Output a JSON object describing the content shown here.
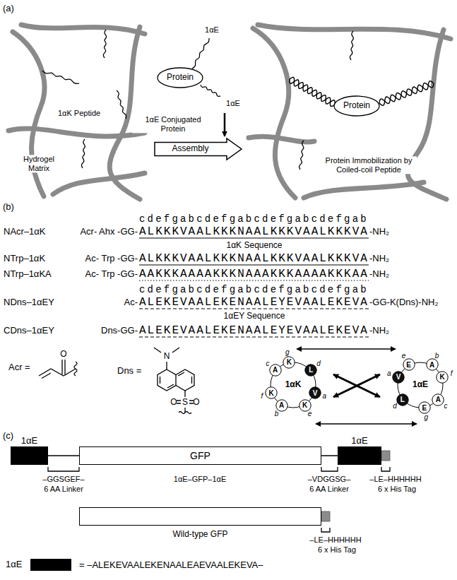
{
  "diagram": {
    "nodes": [
      {
        "text": [
          "Protein"
        ]
      },
      {
        "text": [
          "Assembly"
        ]
      },
      {
        "text": [
          "Protein"
        ]
      },
      {
        "text": [
          "1αK"
        ]
      },
      {
        "text": [
          "V"
        ],
        "in": 3
      },
      {
        "text": [
          "A"
        ],
        "in": 3
      },
      {
        "text": [
          "A"
        ],
        "in": 3
      },
      {
        "text": [
          "L"
        ],
        "in": 3
      },
      {
        "text": [
          "K"
        ],
        "in": 3
      },
      {
        "text": [
          "K"
        ],
        "in": 3
      },
      {
        "text": [
          "K"
        ],
        "in": 3
      },
      {
        "text": [
          "1αE"
        ]
      },
      {
        "text": [
          "V"
        ],
        "in": 11
      },
      {
        "text": [
          "A"
        ],
        "in": 11
      },
      {
        "text": [
          "A"
        ],
        "in": 11
      },
      {
        "text": [
          "L"
        ],
        "in": 11
      },
      {
        "text": [
          "E"
        ],
        "in": 11
      },
      {
        "text": [
          "K"
        ],
        "in": 11
      },
      {
        "text": [
          "E"
        ],
        "in": 11
      },
      {
        "text": [
          "1αE"
        ]
      },
      {
        "text": [
          "GFP"
        ]
      },
      {
        "text": [
          "1αE"
        ]
      },
      {
        "text": [
          "Wild-type GFP"
        ]
      }
    ],
    "labels": [
      "(a)",
      "1αK Peptide",
      "Hydrogel Matrix",
      "1αE",
      "1αE",
      "1αE Conjugated Protein",
      "Protein Immobilization by Coiled-coil Peptide",
      "(b)",
      "c d e f g a b c d e f g a b c d e f g a b c d e f g a b",
      "NAcr–1αK",
      "Acr- Ahx -GG-",
      "ALKKKVAALKKKNAALKKKVAALKKKVA",
      "-NH₂",
      "1αK Sequence",
      "NTrp–1αK",
      "Ac- Trp -GG-",
      "ALKKKVAALKKKNAALKKKVAALKKKVA",
      "-NH₂",
      "NTrp–1αKA",
      "Ac- Trp -GG-",
      "AAKKKAAAAKKKNAAAKKKAAAAKKKAA",
      "-NH₂",
      "c d e f g a b c d e f g a b c d e f g a b c d e f g a b",
      "NDns–1αEY",
      "Ac-",
      "ALEKEVAALEKENAALEYEVAALEKEVA",
      "-GG-K(Dns)-NH₂",
      "1αEY Sequence",
      "CDns–1αEY",
      "Dns-GG-",
      "ALEKEVAALEKENAALEYEVAALEKEVA",
      "-NH₂",
      "Acr =",
      "O",
      "Dns =",
      "N",
      "O",
      "S",
      "O",
      "a",
      "b",
      "c",
      "d",
      "e",
      "f",
      "g",
      "a",
      "b",
      "c",
      "d",
      "e",
      "f",
      "g",
      "(c)",
      "–GGSGEF–",
      "6 AA Linker",
      "1αE–GFP–1αE",
      "–VDGGSG–",
      "6 AA Linker",
      "–LE–HHHHHH",
      "6 x His Tag",
      "–LE–HHHHHH",
      "6 x His Tag",
      "= –ALEKEVAALEKENAALEAEVAALEKEVA–"
    ],
    "legend": [
      {
        "text": "1αE",
        "color": "#000000"
      }
    ]
  }
}
